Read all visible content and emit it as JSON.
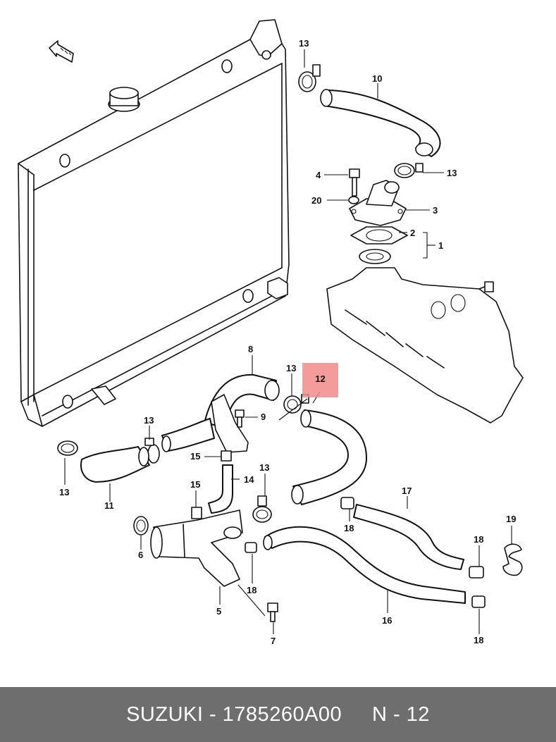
{
  "diagram": {
    "callouts": {
      "c1": "1",
      "c2": "2",
      "c3": "3",
      "c4": "4",
      "c5": "5",
      "c6": "6",
      "c7": "7",
      "c8": "8",
      "c9": "9",
      "c10": "10",
      "c11": "11",
      "c12": "12",
      "c13a": "13",
      "c13b": "13",
      "c13c": "13",
      "c13d": "13",
      "c13e": "13",
      "c13f": "13",
      "c14": "14",
      "c15a": "15",
      "c15b": "15",
      "c16": "16",
      "c17": "17",
      "c18a": "18",
      "c18b": "18",
      "c18c": "18",
      "c18d": "18",
      "c19": "19",
      "c20": "20"
    },
    "highlighted_part": "12",
    "highlight_color": "#f28b8b"
  },
  "footer": {
    "text": "SUZUKI - 1785260A00     N - 12",
    "background": "#6e6e6e",
    "color": "#ffffff"
  }
}
